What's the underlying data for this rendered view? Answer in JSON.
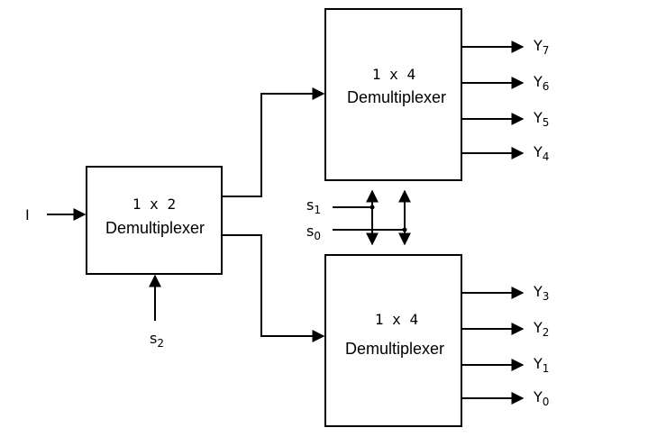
{
  "demux_1x2": {
    "size": "1 x 2",
    "name": "Demultiplexer"
  },
  "demux_1x4_upper": {
    "size": "1 x 4",
    "name": "Demultiplexer"
  },
  "demux_1x4_lower": {
    "size": "1 x 4",
    "name": "Demultiplexer"
  },
  "input": {
    "label": "I"
  },
  "selects": {
    "s2": {
      "base": "s",
      "sub": "2"
    },
    "s1": {
      "base": "s",
      "sub": "1"
    },
    "s0": {
      "base": "s",
      "sub": "0"
    }
  },
  "outputs_upper": [
    {
      "base": "Y",
      "sub": "7"
    },
    {
      "base": "Y",
      "sub": "6"
    },
    {
      "base": "Y",
      "sub": "5"
    },
    {
      "base": "Y",
      "sub": "4"
    }
  ],
  "outputs_lower": [
    {
      "base": "Y",
      "sub": "3"
    },
    {
      "base": "Y",
      "sub": "2"
    },
    {
      "base": "Y",
      "sub": "1"
    },
    {
      "base": "Y",
      "sub": "0"
    }
  ]
}
